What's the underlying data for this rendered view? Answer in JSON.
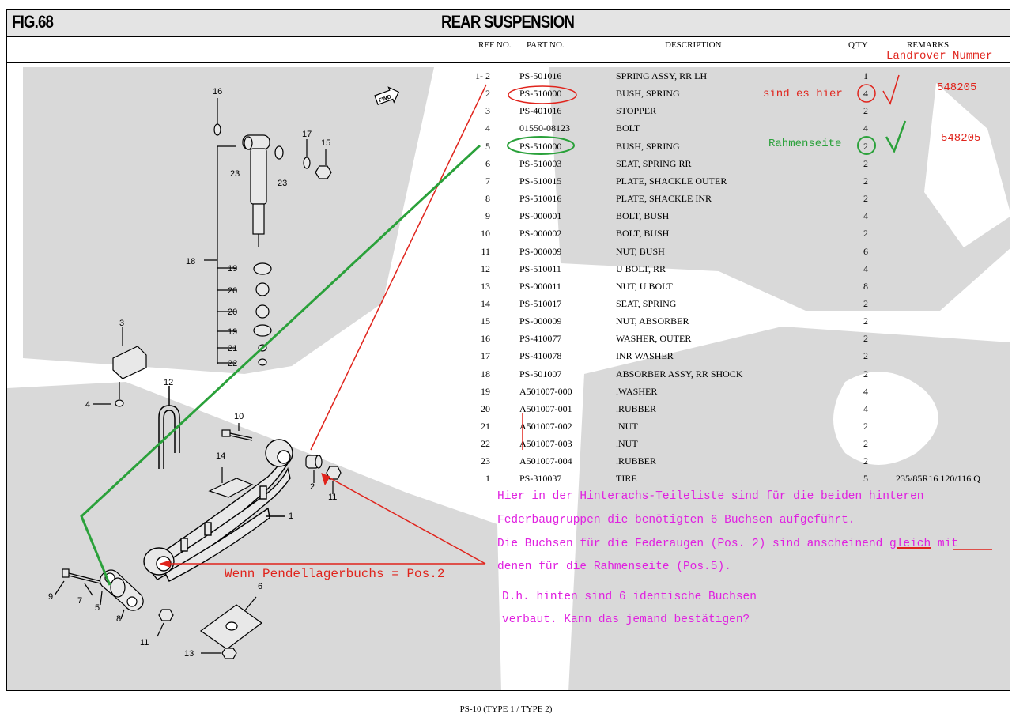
{
  "figure": {
    "label": "FIG.68",
    "title": "REAR SUSPENSION"
  },
  "columns": {
    "ref": "REF NO.",
    "part": "PART NO.",
    "desc": "DESCRIPTION",
    "qty": "Q'TY",
    "remarks": "REMARKS"
  },
  "parts": [
    {
      "ref": "1-  2",
      "part": "PS-501016",
      "desc": "SPRING ASSY, RR LH",
      "qty": "1",
      "remarks": ""
    },
    {
      "ref": "2",
      "part": "PS-510000",
      "desc": "BUSH, SPRING",
      "qty": "4",
      "remarks": ""
    },
    {
      "ref": "3",
      "part": "PS-401016",
      "desc": "STOPPER",
      "qty": "2",
      "remarks": ""
    },
    {
      "ref": "4",
      "part": "01550-08123",
      "desc": "BOLT",
      "qty": "4",
      "remarks": ""
    },
    {
      "ref": "5",
      "part": "PS-510000",
      "desc": "BUSH, SPRING",
      "qty": "2",
      "remarks": ""
    },
    {
      "ref": "6",
      "part": "PS-510003",
      "desc": "SEAT, SPRING RR",
      "qty": "2",
      "remarks": ""
    },
    {
      "ref": "7",
      "part": "PS-510015",
      "desc": "PLATE, SHACKLE OUTER",
      "qty": "2",
      "remarks": ""
    },
    {
      "ref": "8",
      "part": "PS-510016",
      "desc": "PLATE, SHACKLE INR",
      "qty": "2",
      "remarks": ""
    },
    {
      "ref": "9",
      "part": "PS-000001",
      "desc": "BOLT, BUSH",
      "qty": "4",
      "remarks": ""
    },
    {
      "ref": "10",
      "part": "PS-000002",
      "desc": "BOLT, BUSH",
      "qty": "2",
      "remarks": ""
    },
    {
      "ref": "11",
      "part": "PS-000009",
      "desc": "NUT, BUSH",
      "qty": "6",
      "remarks": ""
    },
    {
      "ref": "12",
      "part": "PS-510011",
      "desc": "U BOLT, RR",
      "qty": "4",
      "remarks": ""
    },
    {
      "ref": "13",
      "part": "PS-000011",
      "desc": "NUT, U BOLT",
      "qty": "8",
      "remarks": ""
    },
    {
      "ref": "14",
      "part": "PS-510017",
      "desc": "SEAT, SPRING",
      "qty": "2",
      "remarks": ""
    },
    {
      "ref": "15",
      "part": "PS-000009",
      "desc": "NUT, ABSORBER",
      "qty": "2",
      "remarks": ""
    },
    {
      "ref": "16",
      "part": "PS-410077",
      "desc": "WASHER, OUTER",
      "qty": "2",
      "remarks": ""
    },
    {
      "ref": "17",
      "part": "PS-410078",
      "desc": "INR WASHER",
      "qty": "2",
      "remarks": ""
    },
    {
      "ref": "18",
      "part": "PS-501007",
      "desc": "ABSORBER ASSY, RR SHOCK",
      "qty": "2",
      "remarks": ""
    },
    {
      "ref": "19",
      "part": "A501007-000",
      "desc": ".WASHER",
      "qty": "4",
      "remarks": ""
    },
    {
      "ref": "20",
      "part": "A501007-001",
      "desc": ".RUBBER",
      "qty": "4",
      "remarks": ""
    },
    {
      "ref": "21",
      "part": "A501007-002",
      "desc": ".NUT",
      "qty": "2",
      "remarks": ""
    },
    {
      "ref": "22",
      "part": "A501007-003",
      "desc": ".NUT",
      "qty": "2",
      "remarks": ""
    },
    {
      "ref": "23",
      "part": "A501007-004",
      "desc": ".RUBBER",
      "qty": "2",
      "remarks": ""
    },
    {
      "ref": "1",
      "part": "PS-310037",
      "desc": "TIRE",
      "qty": "5",
      "remarks": "235/85R16 120/116 Q"
    }
  ],
  "annotations": {
    "landrover_header": "Landrover Nummer",
    "sind_es_hier": "sind es hier",
    "rahmenseite": "Rahmenseite",
    "number_row2": "548205",
    "number_row5": "548205",
    "pendel": "Wenn Pendellagerbuchs = Pos.2"
  },
  "note": {
    "line1": "Hier in der Hinterachs-Teileliste sind für die beiden hinteren",
    "line2": "Federbaugruppen  die benötigten 6 Buchsen aufgeführt.",
    "line3a": "Die Buchsen für die Federaugen (Pos. 2) sind anscheinend",
    "line3b": "gleich",
    "line3c": "mit",
    "line4": "denen für die Rahmenseite (Pos.5).",
    "line5": "D.h. hinten sind 6 identische Buchsen",
    "line6": "verbaut. Kann das jemand bestätigen?"
  },
  "diagram": {
    "fwd_label": "FWD",
    "callouts": [
      "16",
      "17",
      "15",
      "23",
      "23",
      "18",
      "19",
      "20",
      "20",
      "19",
      "21",
      "22",
      "3",
      "4",
      "12",
      "10",
      "14",
      "2",
      "11",
      "1",
      "9",
      "7",
      "5",
      "8",
      "6",
      "11",
      "13"
    ]
  },
  "colors": {
    "red": "#e0241c",
    "green": "#2aa13a",
    "magenta": "#e020e0",
    "band": "#d9d9d9"
  },
  "footer": "PS-10 (TYPE 1 / TYPE 2)"
}
